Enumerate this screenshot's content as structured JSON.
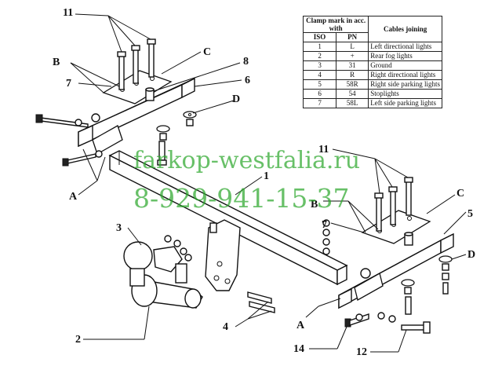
{
  "watermark": {
    "site": "farkop-westfalia.ru",
    "phone": "8-929-941-15-37"
  },
  "table": {
    "header_clamp": "Clamp mark in acc. with",
    "header_cables": "Cables joining",
    "col_iso": "ISO",
    "col_pn": "PN",
    "rows": [
      {
        "iso": "1",
        "pn": "L",
        "desc": "Left directional lights"
      },
      {
        "iso": "2",
        "pn": "+",
        "desc": "Rear fog lights"
      },
      {
        "iso": "3",
        "pn": "31",
        "desc": "Ground"
      },
      {
        "iso": "4",
        "pn": "R",
        "desc": "Right directional lights"
      },
      {
        "iso": "5",
        "pn": "58R",
        "desc": "Right side parking lights"
      },
      {
        "iso": "6",
        "pn": "54",
        "desc": "Stoplights"
      },
      {
        "iso": "7",
        "pn": "58L",
        "desc": "Left side parking lights"
      }
    ]
  },
  "callouts": {
    "n11_top": "11",
    "B_left": "B",
    "C_top": "C",
    "n8": "8",
    "n7_left": "7",
    "n6": "6",
    "D_left": "D",
    "A_left": "A",
    "n1": "1",
    "n11_right": "11",
    "C_right": "C",
    "B_right": "B",
    "n5": "5",
    "n7_right": "7",
    "D_right": "D",
    "n3": "3",
    "n4": "4",
    "n2": "2",
    "A_bottom": "A",
    "n14": "14",
    "n12": "12"
  }
}
